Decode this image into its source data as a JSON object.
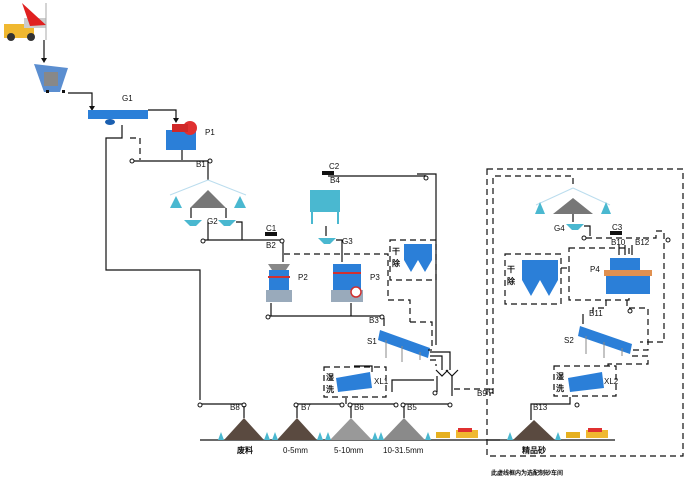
{
  "diagram": {
    "type": "process-flow",
    "description": "Sand and gravel crushing production line flow chart",
    "equipment": {
      "feeder": {
        "label": "G1"
      },
      "jaw_crusher": {
        "label": "P1"
      },
      "vibrating_feeders": [
        {
          "label": "G2"
        },
        {
          "label": "G3"
        },
        {
          "label": "G4"
        }
      ],
      "cone_crushers": [
        {
          "label": "P2"
        },
        {
          "label": "P3"
        }
      ],
      "sand_maker": {
        "label": "P4"
      },
      "screens": [
        {
          "label": "S1"
        },
        {
          "label": "S2"
        }
      ],
      "sand_washers": [
        {
          "label": "XL1"
        },
        {
          "label": "XL2"
        }
      ],
      "silo": {
        "label": "C2"
      },
      "belts_marker": [
        {
          "label": "C1"
        },
        {
          "label": "C2"
        },
        {
          "label": "C3"
        }
      ]
    },
    "conveyors": [
      "B1",
      "B2",
      "B3",
      "B4",
      "B5",
      "B6",
      "B7",
      "B8",
      "B9",
      "B10",
      "B11",
      "B12",
      "B13"
    ],
    "dust_collector_label": "干除",
    "washer_label": "湿洗",
    "products": [
      {
        "label": "废料"
      },
      {
        "label": "0-5mm"
      },
      {
        "label": "5-10mm"
      },
      {
        "label": "10-31.5mm"
      },
      {
        "label": "精品砂"
      }
    ],
    "footnote": "此虚线框内为选配制砂车间"
  },
  "labels": {
    "G1": "G1",
    "P1": "P1",
    "B1": "B1",
    "G2": "G2",
    "C1": "C1",
    "B2": "B2",
    "C2": "C2",
    "B4": "B4",
    "G3": "G3",
    "P2": "P2",
    "P3": "P3",
    "B3": "B3",
    "S1": "S1",
    "XL1": "XL1",
    "B8": "B8",
    "B7": "B7",
    "B6": "B6",
    "B5": "B5",
    "B9": "B9",
    "G4": "G4",
    "C3": "C3",
    "B10": "B10",
    "B12": "B12",
    "P4": "P4",
    "B11": "B11",
    "S2": "S2",
    "XL2": "XL2",
    "B13": "B13"
  },
  "chinese": {
    "dry1a": "干",
    "dry1b": "除",
    "dry2a": "干",
    "dry2b": "除",
    "wash1a": "湿",
    "wash1b": "洗",
    "wash2a": "湿",
    "wash2b": "洗"
  }
}
